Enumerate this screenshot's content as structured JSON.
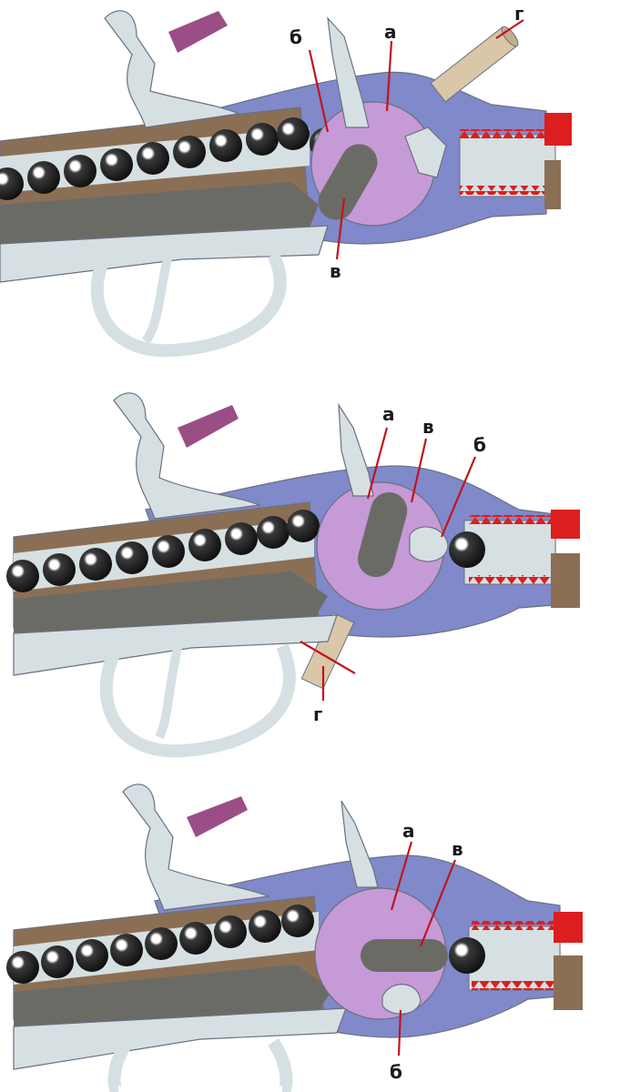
{
  "labels": {
    "a": "а",
    "b": "б",
    "v": "в",
    "g": "г"
  },
  "colors": {
    "frame": "#8089c9",
    "rotor": "#c59ad6",
    "wood": "#8b6f55",
    "metal_light": "#d6e0e3",
    "metal_dark": "#6b6b66",
    "ball": "#161616",
    "barrel_red": "#dc1e1e",
    "lever": "#d9c7a8",
    "hammer_pad": "#9b4e86",
    "leader": "#c0141c"
  },
  "icons": {
    "ball": "lead-ball-icon",
    "rotor": "rotor-disc-icon",
    "hammer": "hammer-icon"
  }
}
